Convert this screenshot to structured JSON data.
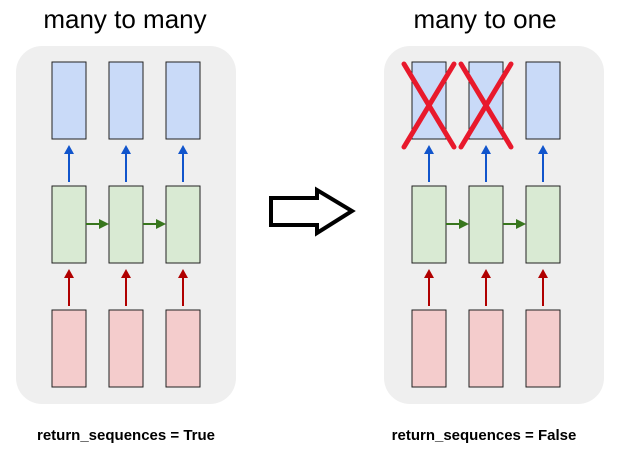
{
  "left": {
    "title": "many to many",
    "caption": "return_sequences = True",
    "outputs_crossed": [
      false,
      false,
      false
    ]
  },
  "right": {
    "title": "many to one",
    "caption": "return_sequences = False",
    "outputs_crossed": [
      true,
      true,
      false
    ]
  },
  "colors": {
    "panel_bg": "#efefef",
    "output_fill": "#c9daf8",
    "hidden_fill": "#d9ead3",
    "input_fill": "#f4cccc",
    "box_stroke": "#222222",
    "up_arrow_blue": "#1155cc",
    "up_arrow_red": "#b00000",
    "recurrent_arrow": "#38761d",
    "cross": "#e8192c"
  }
}
